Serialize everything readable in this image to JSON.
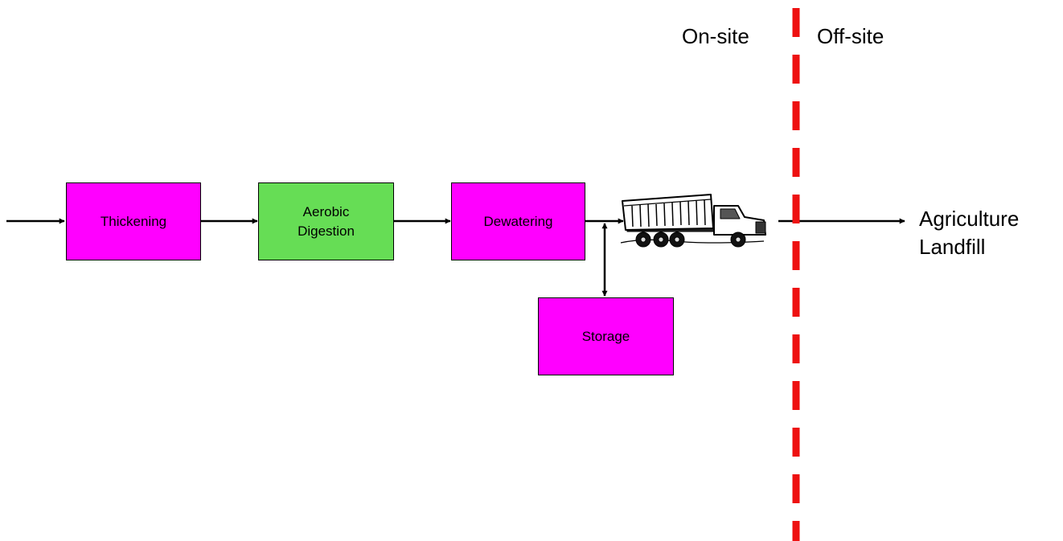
{
  "zones": {
    "onsite_label": "On-site",
    "offsite_label": "Off-site",
    "divider_color": "#ee1111"
  },
  "process": {
    "thickening": "Thickening",
    "aerobic_digestion": "Aerobic\nDigestion",
    "dewatering": "Dewatering",
    "storage": "Storage"
  },
  "destinations": {
    "agriculture": "Agriculture",
    "landfill": "Landfill"
  },
  "colors": {
    "magenta": "#ff00ff",
    "green": "#66dd55"
  },
  "icons": {
    "transport": "dump-truck-icon"
  }
}
